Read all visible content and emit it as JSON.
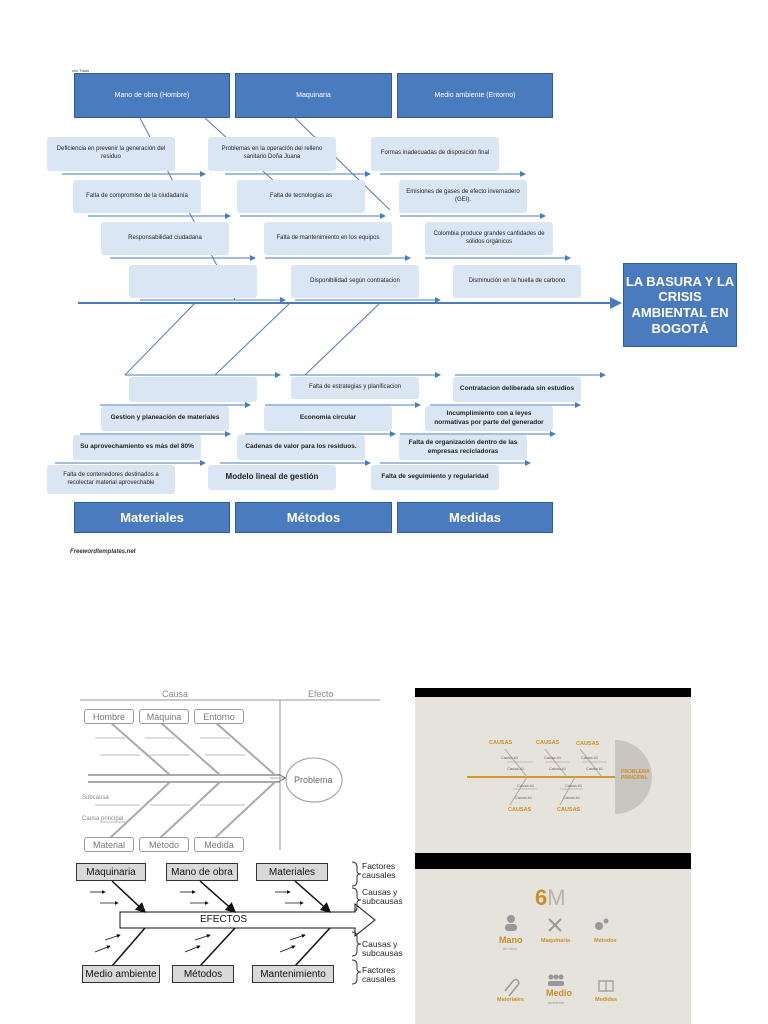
{
  "fishbone": {
    "tiny_label": "xxx Título",
    "top_headers": [
      "Mano de obra (Hombre)",
      "Maquinaria",
      "Medio ambiente (Entorno)"
    ],
    "bottom_headers": [
      "Materiales",
      "Métodos",
      "Medidas"
    ],
    "effect": "LA BASURA Y LA CRISIS AMBIENTAL EN BOGOTÁ",
    "top_causes": {
      "c1": "Deficiencia en prevenir la generación del residuo",
      "c2": "Falta de compromiso de la ciudadanía",
      "c3": "Responsabilidad ciudadana",
      "c4": "",
      "c5": "Problemas en la operación del relleno sanitario Doña Juana",
      "c6": "Falta de tecnologías as",
      "c7": "Falta de mantenimiento en los equipos",
      "c8": "Disponibilidad según contratacion",
      "c9": "Formas inadecuadas de disposición final",
      "c10": "Emisiones de gases de efecto invernadero (GEI).",
      "c11": "Colombia produce grandes cantidades de sólidos orgánicos",
      "c12": "Disminución en la huella de carbono"
    },
    "bottom_causes": {
      "d1": "",
      "d2": "Gestion y planeación de materiales",
      "d3": "Su aprovechamiento es más del 80%",
      "d4": "Falta de contenedores destinados a recolectar material aprovechable",
      "d5": "Falta de estrategias y planificacion",
      "d6": "Economía circular",
      "d7": "Cadenas de valor para los residuos.",
      "d8": "Modelo lineal de gestión",
      "d9": "Contratacion deliberada sin estudios",
      "d10": "Incumplimiento con a leyes normativas por parte del generador",
      "d11": "Falta de organización dentro de las empresas recicladoras",
      "d12": "Falta de seguimiento y regularidad"
    },
    "footer": "Freewordtemplates.net"
  },
  "gray_diagram": {
    "causa": "Causa",
    "efecto": "Efecto",
    "top_boxes": [
      "Hombre",
      "Máquina",
      "Entorno"
    ],
    "bottom_boxes": [
      "Material",
      "Método",
      "Medida"
    ],
    "problem": "Problema",
    "subcausa": "Subcausa",
    "causa_principal": "Causa principal"
  },
  "effects_diagram": {
    "top_boxes": [
      "Maquinaria",
      "Mano de obra",
      "Materiales"
    ],
    "bottom_boxes": [
      "Medio ambiente",
      "Métodos",
      "Mantenimiento"
    ],
    "effects": "EFECTOS",
    "legend": [
      "Factores causales",
      "Causas y subcausas",
      "Causas y subcausas",
      "Factores causales"
    ]
  },
  "slide1": {
    "causas": "CAUSAS",
    "causa_n": "Causa #1",
    "problem": "PROBLEMA PRINCIPAL"
  },
  "slide2": {
    "title_num": "6",
    "title_letter": "M",
    "items": [
      "Mano",
      "Maquinaria",
      "Métodos",
      "Materiales",
      "Medio",
      "Medidas"
    ],
    "sub_mano": "de obra",
    "sub_medio": "ambiente"
  }
}
